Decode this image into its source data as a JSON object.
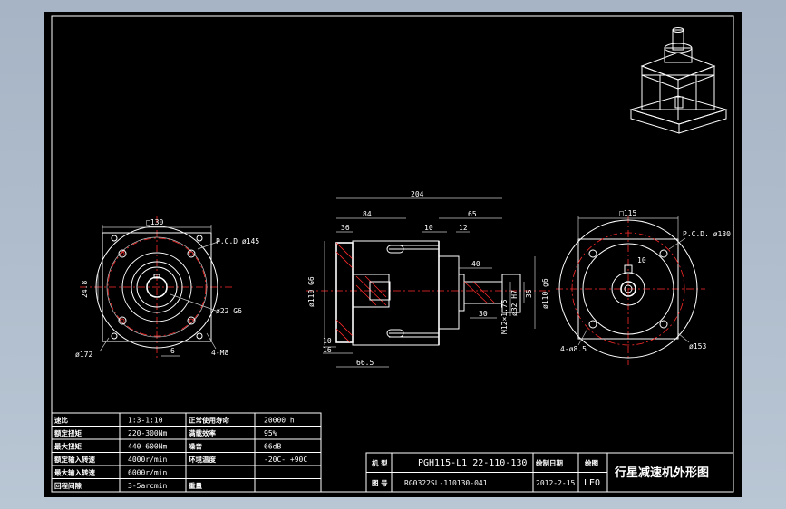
{
  "iso_view": {
    "icon": "planetary-gearbox-3d-icon"
  },
  "front_view": {
    "width_label": "□130",
    "pcd_label": "P.C.D  ø145",
    "shaft_label": "ø22 G6",
    "keyway_label": "24.8",
    "flange_label": "ø172",
    "key_label": "6",
    "holes_label": "4-M8"
  },
  "side_view": {
    "total_length": "204",
    "dim_84": "84",
    "dim_65": "65",
    "dim_36": "36",
    "dim_10": "10",
    "dim_12": "12",
    "dim_40": "40",
    "dim_30": "30",
    "dim_16": "16",
    "dim_10b": "10",
    "dim_66_5": "66.5",
    "dia_left": "ø110 G6",
    "dia_right": "ø110 g6",
    "dia_32": "ø32 H7",
    "depth_label": "M12×1.75",
    "dim_35": "35"
  },
  "rear_view": {
    "width_label": "□115",
    "pcd_label": "P.C.D. ø130",
    "slot_label": "10",
    "holes_label": "4-ø8.5",
    "outer_label": "ø153"
  },
  "spec_table": {
    "rows": [
      {
        "k1": "速比",
        "v1": "1:3-1:10",
        "k2": "正常使用寿命",
        "v2": "20000 h"
      },
      {
        "k1": "额定扭矩",
        "v1": "220-300Nm",
        "k2": "满载效率",
        "v2": "95%"
      },
      {
        "k1": "最大扭矩",
        "v1": "440-600Nm",
        "k2": "噪音",
        "v2": "66dB"
      },
      {
        "k1": "额定输入转速",
        "v1": "4000r/min",
        "k2": "环境温度",
        "v2": "-20C- +90C"
      },
      {
        "k1": "最大输入转速",
        "v1": "6000r/min",
        "k2": "",
        "v2": ""
      },
      {
        "k1": "回程间隙",
        "v1": "3-5arcmin",
        "k2": "重量",
        "v2": ""
      }
    ]
  },
  "title_block": {
    "label_model": "机  型",
    "model_value": "PGH115-L1  22-110-130",
    "label_drawing": "图  号",
    "drawing_value": "RG0322SL-110130-041",
    "label_date": "绘制日期",
    "date_value": "2012-2-15",
    "label_drawer": "绘图",
    "drawer_value": "LEO",
    "title": "行星减速机外形图"
  }
}
